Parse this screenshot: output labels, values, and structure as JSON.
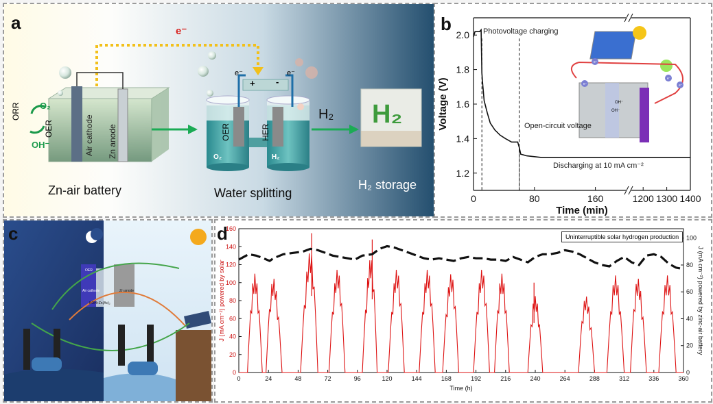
{
  "panel_a": {
    "letter": "a",
    "electron": "e⁻",
    "zn_air_battery": {
      "caption": "Zn-air battery",
      "orr": "ORR",
      "oer": "OER",
      "o2": "O₂",
      "oh": "OH⁻",
      "air_cathode": "Air cathode",
      "zn_anode": "Zn anode"
    },
    "water_splitting": {
      "caption": "Water splitting",
      "e_left": "e⁻",
      "e_right": "e⁻",
      "plus": "+",
      "minus": "-",
      "oer": "OER",
      "her": "HER",
      "o2": "O₂",
      "h2": "H₂"
    },
    "h2_arrow_label": "H₂",
    "h2_tile": "H₂",
    "h2_storage": "H₂ storage"
  },
  "panel_b": {
    "letter": "b",
    "annotations": [
      "Photovoltage charging",
      "Open-circuit voltage",
      "Discharging at 10 mA cm⁻²"
    ],
    "inset_labels": [
      "OH⁻",
      "OH⁻",
      "e⁻",
      "e⁻",
      "e⁻",
      "e⁻"
    ],
    "chart_data": {
      "type": "line",
      "xlabel": "Time (min)",
      "ylabel": "Voltage (V)",
      "xticks": [
        "0",
        "80",
        "160",
        "1200",
        "1300",
        "1400"
      ],
      "yticks": [
        "1.2",
        "1.4",
        "1.6",
        "1.8",
        "2.0"
      ],
      "ylim": [
        1.1,
        2.1
      ],
      "x_axis_break": [
        200,
        1150
      ],
      "series": [
        {
          "x": [
            0,
            2,
            4,
            6,
            8,
            10,
            11,
            12,
            14,
            18,
            22,
            28,
            35,
            42,
            50,
            55,
            58,
            60,
            62,
            70,
            90,
            120,
            160,
            200,
            1200,
            1300,
            1400
          ],
          "values": [
            1.99,
            2.02,
            2.02,
            2.02,
            2.02,
            2.03,
            1.78,
            1.72,
            1.62,
            1.55,
            1.49,
            1.45,
            1.42,
            1.4,
            1.38,
            1.38,
            1.38,
            1.35,
            1.31,
            1.3,
            1.29,
            1.29,
            1.29,
            1.29,
            1.29,
            1.29,
            1.29
          ]
        }
      ]
    }
  },
  "panel_c": {
    "letter": "c",
    "labels": [
      "OER",
      "Air cathode",
      "KOH+Zn(Ac)₂",
      "Zn anode"
    ]
  },
  "panel_d": {
    "letter": "d",
    "legend": "Uninterruptible solar hydrogen production",
    "chart_data": {
      "type": "line",
      "xlabel": "Time (h)",
      "ylabel": "J (mA cm⁻²) powered by solar",
      "ylabel_right": "J (mA cm⁻²) powered by zinc-air battery",
      "xlim": [
        0,
        360
      ],
      "ylim": [
        0,
        160
      ],
      "ylim_right": [
        0,
        107
      ],
      "xticks": [
        0,
        24,
        48,
        72,
        96,
        120,
        144,
        168,
        192,
        216,
        240,
        264,
        288,
        312,
        336,
        360
      ],
      "yticks": [
        0,
        20,
        40,
        60,
        80,
        100,
        120,
        140,
        160
      ],
      "yticks_right": [
        0,
        20,
        40,
        60,
        80,
        100
      ],
      "series": [
        {
          "name": "solar",
          "color": "#dd1111",
          "peaks": [
            {
              "start": 7,
              "peak_x": 13,
              "end": 19,
              "peak": 110
            },
            {
              "start": 22,
              "peak_x": 28,
              "end": 35,
              "peak": 105
            },
            {
              "start": 50,
              "peak_x": 58,
              "end": 64,
              "peak": 135
            },
            {
              "start": 73,
              "peak_x": 80,
              "end": 86,
              "peak": 115
            },
            {
              "start": 100,
              "peak_x": 107,
              "end": 112,
              "peak": 128
            },
            {
              "start": 121,
              "peak_x": 128,
              "end": 134,
              "peak": 115
            },
            {
              "start": 146,
              "peak_x": 153,
              "end": 159,
              "peak": 115
            },
            {
              "start": 165,
              "peak_x": 172,
              "end": 178,
              "peak": 110
            },
            {
              "start": 190,
              "peak_x": 197,
              "end": 203,
              "peak": 115
            },
            {
              "start": 207,
              "peak_x": 213,
              "end": 219,
              "peak": 110
            },
            {
              "start": 234,
              "peak_x": 240,
              "end": 246,
              "peak": 85
            },
            {
              "start": 275,
              "peak_x": 281,
              "end": 288,
              "peak": 85
            },
            {
              "start": 298,
              "peak_x": 305,
              "end": 312,
              "peak": 108
            },
            {
              "start": 317,
              "peak_x": 323,
              "end": 330,
              "peak": 105
            },
            {
              "start": 340,
              "peak_x": 347,
              "end": 354,
              "peak": 108
            }
          ],
          "spikes": [
            {
              "x": 59,
              "value": 155
            },
            {
              "x": 108,
              "value": 148
            },
            {
              "x": 239,
              "value": 100
            }
          ]
        },
        {
          "name": "zinc-air",
          "color": "#111111",
          "axis": "right",
          "x": [
            0,
            4,
            8,
            14,
            20,
            25,
            28,
            36,
            44,
            52,
            58,
            64,
            70,
            76,
            82,
            88,
            94,
            100,
            108,
            114,
            120,
            126,
            132,
            138,
            144,
            150,
            156,
            162,
            168,
            174,
            180,
            186,
            192,
            198,
            204,
            210,
            216,
            222,
            228,
            234,
            240,
            246,
            252,
            258,
            264,
            270,
            276,
            282,
            288,
            294,
            300,
            306,
            312,
            318,
            324,
            330,
            336,
            342,
            348,
            354,
            360
          ],
          "values": [
            84,
            86,
            88,
            87,
            85,
            83,
            85,
            88,
            89,
            90,
            92,
            91,
            89,
            87,
            86,
            85,
            84,
            87,
            88,
            92,
            94,
            93,
            91,
            89,
            87,
            85,
            84,
            85,
            84,
            83,
            85,
            86,
            85,
            85,
            84,
            84,
            83,
            86,
            84,
            82,
            86,
            88,
            88,
            89,
            91,
            90,
            88,
            85,
            82,
            80,
            79,
            83,
            86,
            82,
            80,
            87,
            88,
            86,
            81,
            78,
            77
          ]
        }
      ]
    }
  }
}
